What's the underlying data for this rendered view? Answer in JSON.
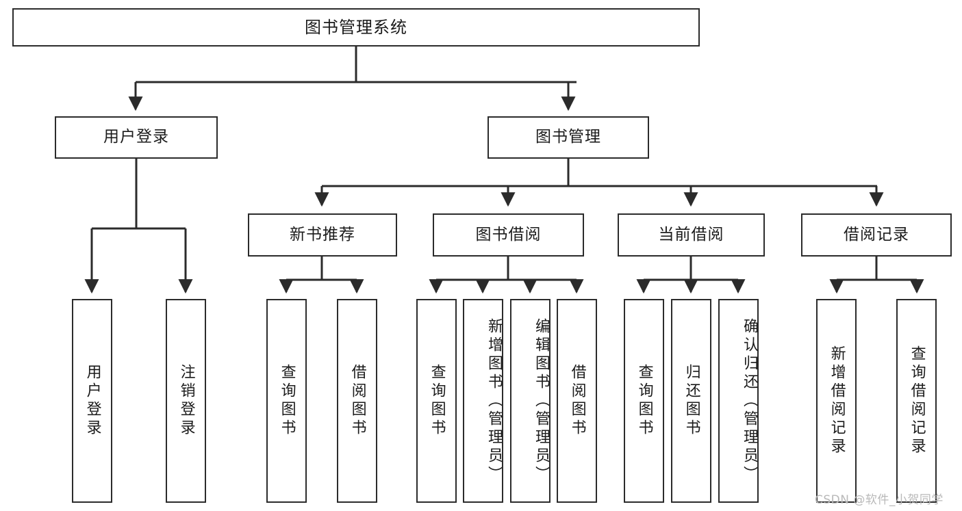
{
  "diagram": {
    "title": "图书管理系统",
    "type": "hierarchy-tree",
    "colors": {
      "box_border": "#2b2b2b",
      "box_fill": "#ffffff",
      "edge": "#2b2b2b",
      "text": "#1b1b1b",
      "watermark": "#b9b9b9",
      "background": "#ffffff"
    },
    "nodes": {
      "root": {
        "label": "图书管理系统"
      },
      "level2": [
        {
          "id": "user-login",
          "label": "用户登录"
        },
        {
          "id": "book-manage",
          "label": "图书管理"
        }
      ],
      "level3": [
        {
          "id": "new-book-recommend",
          "label": "新书推荐"
        },
        {
          "id": "book-borrow",
          "label": "图书借阅"
        },
        {
          "id": "current-borrow",
          "label": "当前借阅"
        },
        {
          "id": "borrow-record",
          "label": "借阅记录"
        }
      ],
      "leaves": {
        "user-login": [
          {
            "id": "leaf-user-login",
            "label": "用户登录"
          },
          {
            "id": "leaf-user-logout",
            "label": "注销登录"
          }
        ],
        "new-book-recommend": [
          {
            "id": "leaf-query-book-1",
            "label": "查询图书"
          },
          {
            "id": "leaf-borrow-book-1",
            "label": "借阅图书"
          }
        ],
        "book-borrow": [
          {
            "id": "leaf-query-book-2",
            "label": "查询图书"
          },
          {
            "id": "leaf-add-book",
            "label": "新增图书（管理员）"
          },
          {
            "id": "leaf-edit-book",
            "label": "编辑图书（管理员）"
          },
          {
            "id": "leaf-borrow-book-2",
            "label": "借阅图书"
          }
        ],
        "current-borrow": [
          {
            "id": "leaf-query-book-3",
            "label": "查询图书"
          },
          {
            "id": "leaf-return-book",
            "label": "归还图书"
          },
          {
            "id": "leaf-confirm-return",
            "label": "确认归还（管理员）"
          }
        ],
        "borrow-record": [
          {
            "id": "leaf-add-record",
            "label": "新增借阅记录"
          },
          {
            "id": "leaf-query-record",
            "label": "查询借阅记录"
          }
        ]
      }
    },
    "watermark": "CSDN @软件_小贺同学"
  }
}
